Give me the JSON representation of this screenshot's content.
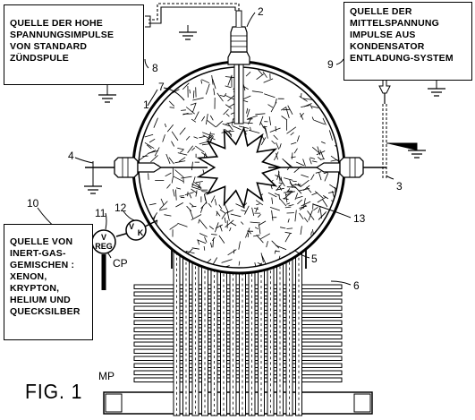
{
  "labels": {
    "hv_source": [
      "QUELLE DER HOHE",
      "SPANNUNGSIMPULSE",
      "VON STANDARD",
      "ZÜNDSPULE"
    ],
    "mv_source": [
      "QUELLE DER",
      "MITTELSPANNUNG",
      "IMPULSE AUS",
      "KONDENSATOR",
      "ENTLADUNG-SYSTEM"
    ],
    "gas_source": [
      "QUELLE VON",
      "INERT-GAS-",
      "GEMISCHEN :",
      "XENON,",
      "KRYPTON,",
      "HELIUM UND",
      "QUECKSILBER"
    ]
  },
  "reference_numerals": {
    "n1": "1",
    "n2": "2",
    "n3": "3",
    "n4": "4",
    "n5": "5",
    "n6": "6",
    "n7": "7",
    "n8": "8",
    "n9": "9",
    "n10": "10",
    "n11": "11",
    "n12": "12",
    "n13": "13",
    "mp": "MP",
    "cp": "CP"
  },
  "gauge_labels": {
    "regulator_v": "V",
    "regulator_reg": "REG",
    "valve_v": "V",
    "valve_k": "K"
  },
  "figure_label": "FIG. 1"
}
